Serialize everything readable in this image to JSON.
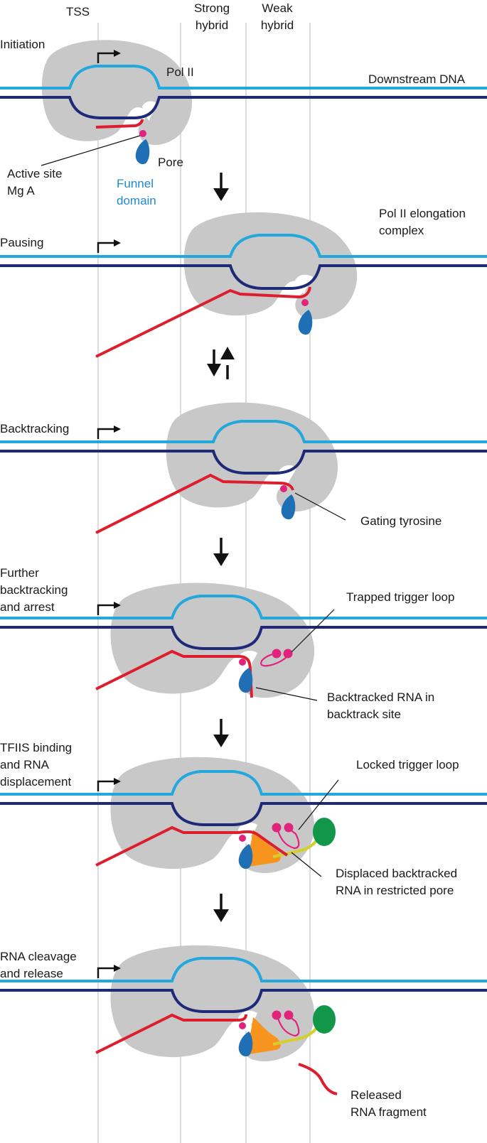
{
  "colors": {
    "polymerase": "#c8c8c9",
    "template_strand": "#1e2a78",
    "nontemplate_strand": "#23a8dd",
    "rna": "#dc1e2e",
    "active_site": "#e2237e",
    "funnel": "#1f6fb4",
    "tfiis": "#f7941e",
    "tfiis_linker": "#d4cf2a",
    "tfiis_head": "#12964a",
    "guide_lines": "#c9c9c9"
  },
  "column_headers": {
    "tss": "TSS",
    "strong_hybrid": "Strong\nhybrid",
    "weak_hybrid": "Weak\nhybrid"
  },
  "panels": [
    {
      "id": "initiation",
      "label": "Initiation"
    },
    {
      "id": "pausing",
      "label": "Pausing"
    },
    {
      "id": "backtracking",
      "label": "Backtracking"
    },
    {
      "id": "further-backtracking",
      "label": "Further\nbacktracking\nand arrest"
    },
    {
      "id": "tfiis-binding",
      "label": "TFIIS binding\nand RNA\ndisplacement"
    },
    {
      "id": "rna-cleavage",
      "label": "RNA cleavage\nand release"
    }
  ],
  "annotations": {
    "pol_ii": "Pol II",
    "downstream_dna": "Downstream DNA",
    "pore": "Pore",
    "active_site": "Active site\nMg A",
    "funnel_domain": "Funnel\ndomain",
    "elongation_complex": "Pol II elongation\ncomplex",
    "gating_tyrosine": "Gating tyrosine",
    "trapped_trigger_loop": "Trapped trigger loop",
    "backtracked_rna": "Backtracked RNA in\nbacktrack site",
    "locked_trigger_loop": "Locked trigger loop",
    "displaced_rna": "Displaced backtracked\nRNA in restricted pore",
    "released_rna": "Released\nRNA fragment"
  }
}
